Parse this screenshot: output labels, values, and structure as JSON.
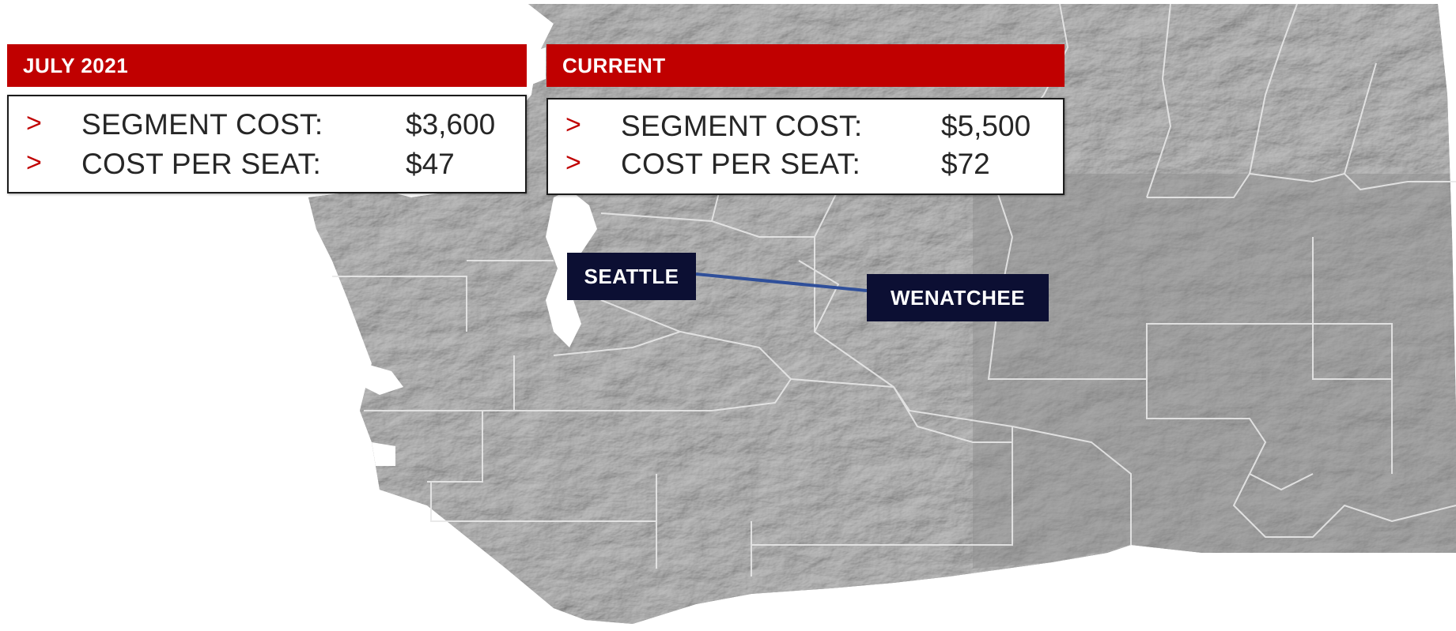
{
  "map": {
    "route_color": "#2f4f9a",
    "land_color": "#7b7b7b",
    "border_color": "#e8e8e8",
    "cities": [
      {
        "name": "SEATTLE"
      },
      {
        "name": "WENATCHEE"
      }
    ]
  },
  "panels": [
    {
      "header": "JULY 2021",
      "rows": [
        {
          "bullet": ">",
          "label": "SEGMENT COST:",
          "value": "$3,600"
        },
        {
          "bullet": ">",
          "label": "COST PER SEAT:",
          "value": "$47"
        }
      ]
    },
    {
      "header": "CURRENT",
      "rows": [
        {
          "bullet": ">",
          "label": "SEGMENT COST:",
          "value": "$5,500"
        },
        {
          "bullet": ">",
          "label": "COST PER SEAT:",
          "value": "$72"
        }
      ]
    }
  ],
  "colors": {
    "accent": "#c00000",
    "city_label_bg": "#0c0f33"
  }
}
